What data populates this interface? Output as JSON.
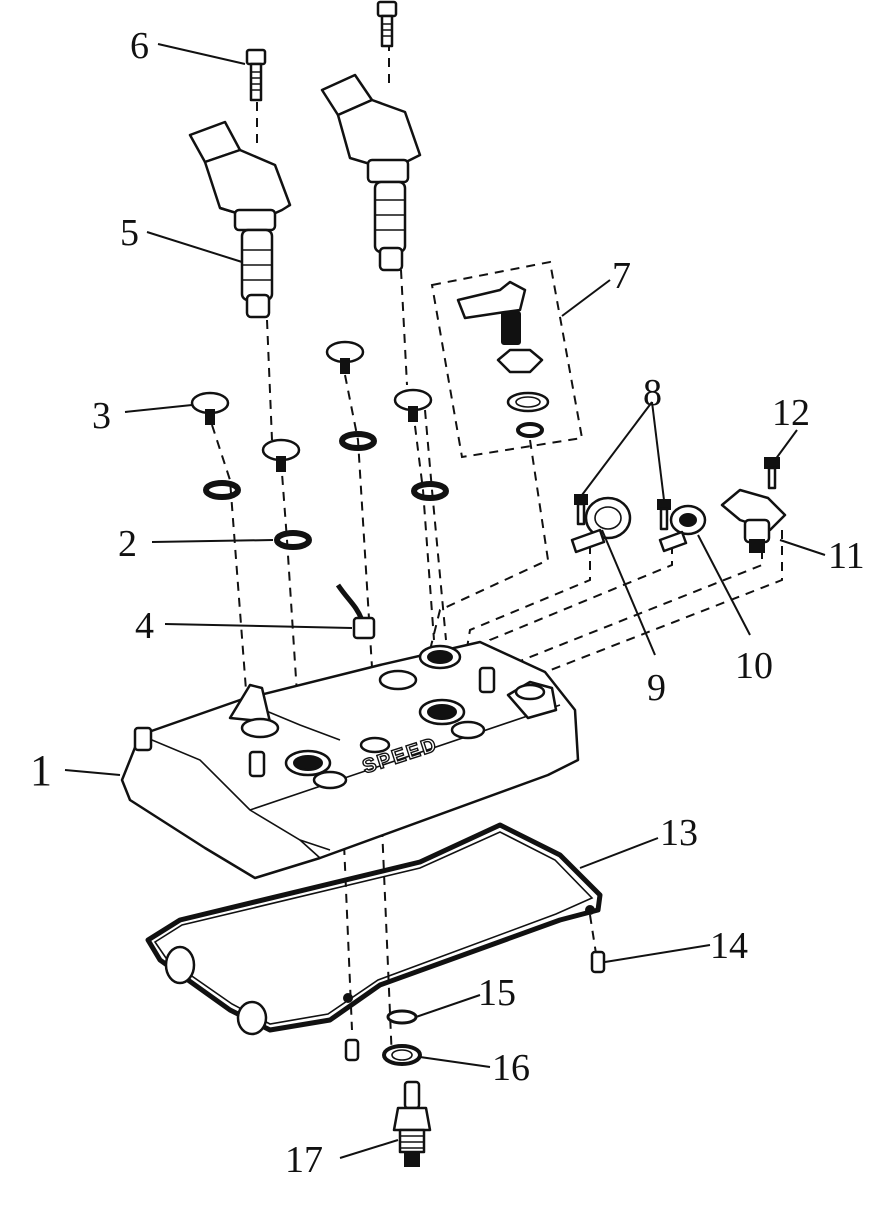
{
  "diagram": {
    "callouts": [
      {
        "id": "p1",
        "label": "1"
      },
      {
        "id": "p2",
        "label": "2"
      },
      {
        "id": "p3",
        "label": "3"
      },
      {
        "id": "p4",
        "label": "4"
      },
      {
        "id": "p5",
        "label": "5"
      },
      {
        "id": "p6",
        "label": "6"
      },
      {
        "id": "p7",
        "label": "7"
      },
      {
        "id": "p8",
        "label": "8"
      },
      {
        "id": "p9",
        "label": "9"
      },
      {
        "id": "p10",
        "label": "10"
      },
      {
        "id": "p11",
        "label": "11"
      },
      {
        "id": "p12",
        "label": "12"
      },
      {
        "id": "p13",
        "label": "13"
      },
      {
        "id": "p14",
        "label": "14"
      },
      {
        "id": "p15",
        "label": "15"
      },
      {
        "id": "p16",
        "label": "16"
      },
      {
        "id": "p17",
        "label": "17"
      }
    ],
    "cover_text": "SPEED"
  }
}
